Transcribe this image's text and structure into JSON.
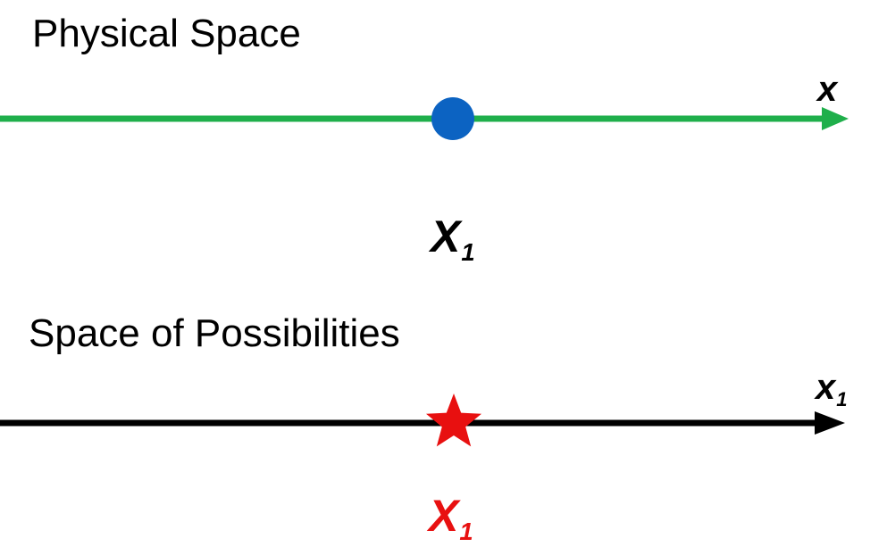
{
  "physical_space": {
    "title": "Physical Space",
    "axis_label": "x",
    "point_label_main": "X",
    "point_label_sub": "1",
    "axis_color": "#1faf4b",
    "point_color": "#0c63c2"
  },
  "possibility_space": {
    "title": "Space of Possibilities",
    "axis_label_main": "x",
    "axis_label_sub": "1",
    "point_label_main": "X",
    "point_label_sub": "1",
    "axis_color": "#000000",
    "point_color": "#e81010"
  }
}
